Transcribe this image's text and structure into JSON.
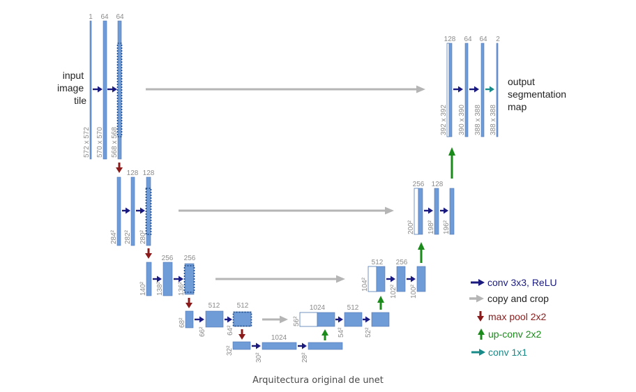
{
  "caption": "Arquitectura original de unet",
  "colors": {
    "feature_map": "#6f9bd6",
    "feature_map_border": "#4f79b3",
    "copied_fill": "#ffffff",
    "label_gray": "#8a8a8a",
    "conv_arrow": "#1a1a7e",
    "copy_arrow": "#b5b5b5",
    "pool_arrow": "#8b1a1a",
    "upconv_arrow": "#1a8a1a",
    "final_conv_arrow": "#188a88"
  },
  "input_label": [
    "input",
    "image",
    "tile"
  ],
  "output_label": [
    "output",
    "segmentation",
    "map"
  ],
  "channel_labels": {
    "l1": [
      "1",
      "64",
      "64"
    ],
    "l2": [
      "128",
      "128"
    ],
    "l3": [
      "256",
      "256"
    ],
    "l4": [
      "512",
      "512"
    ],
    "l5": [
      "1024"
    ],
    "u4": [
      "1024",
      "512"
    ],
    "u3": [
      "512",
      "256"
    ],
    "u2": [
      "256",
      "128"
    ],
    "u1": [
      "128",
      "64",
      "64",
      "2"
    ]
  },
  "size_labels": {
    "l1": [
      "572 x 572",
      "570 x 570",
      "568 x 568"
    ],
    "l2": [
      "284²",
      "282²",
      "280²"
    ],
    "l3": [
      "140²",
      "138²",
      "136²"
    ],
    "l4": [
      "68²",
      "66²",
      "64²"
    ],
    "l5": [
      "32²",
      "30²",
      "28²"
    ],
    "u4": [
      "56²",
      "54²",
      "52²"
    ],
    "u3": [
      "104²",
      "102²",
      "100²"
    ],
    "u2": [
      "200²",
      "198²",
      "196²"
    ],
    "u1": [
      "392 x 392",
      "390 x 390",
      "388 x 388",
      "388 x 388"
    ]
  },
  "legend": {
    "conv": "conv 3x3, ReLU",
    "copy": "copy and crop",
    "pool": "max pool 2x2",
    "upconv": "up-conv 2x2",
    "final": "conv 1x1"
  },
  "icons": {
    "conv": "arrow-right-icon",
    "copy": "arrow-right-icon",
    "pool": "arrow-down-icon",
    "upconv": "arrow-up-icon",
    "final": "arrow-right-icon"
  }
}
